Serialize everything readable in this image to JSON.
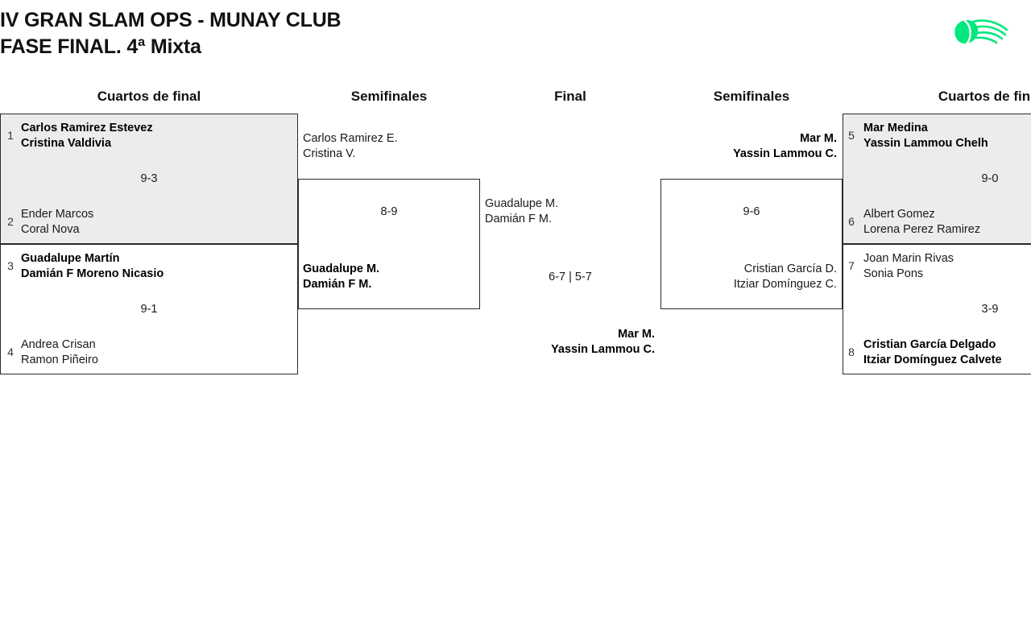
{
  "header": {
    "title": "IV GRAN SLAM OPS - MUNAY CLUB\nFASE FINAL. 4ª Mixta",
    "logo_name": "tennis-ball-motion-logo",
    "logo_color": "#00E87E"
  },
  "rounds": {
    "left_quarters": "Cuartos de final",
    "left_semis": "Semifinales",
    "final": "Final",
    "right_semis": "Semifinales",
    "right_quarters": "Cuartos de fin"
  },
  "bracket": {
    "left_quarterfinals": [
      {
        "shaded": true,
        "score": "9-3",
        "top": {
          "seed": "1",
          "names": "Carlos Ramirez Estevez\nCristina Valdivia",
          "winner": true
        },
        "bottom": {
          "seed": "2",
          "names": "Ender Marcos\nCoral Nova",
          "winner": false
        }
      },
      {
        "shaded": false,
        "score": "9-1",
        "top": {
          "seed": "3",
          "names": "Guadalupe Martín\nDamián F Moreno Nicasio",
          "winner": true
        },
        "bottom": {
          "seed": "4",
          "names": "Andrea Crisan\nRamon Piñeiro",
          "winner": false
        }
      }
    ],
    "left_semifinal": {
      "score": "8-9",
      "top": {
        "names": "Carlos Ramirez E.\nCristina V.",
        "winner": false
      },
      "bottom": {
        "names": "Guadalupe M.\nDamián F M.",
        "winner": true
      }
    },
    "final": {
      "score": "6-7 | 5-7",
      "left": {
        "names": "Guadalupe M.\nDamián F M.",
        "winner": false
      },
      "right": {
        "names": "Mar M.\nYassin Lammou C.",
        "winner": true
      }
    },
    "right_semifinal": {
      "score": "9-6",
      "top": {
        "names": "Mar M.\nYassin Lammou C.",
        "winner": true
      },
      "bottom": {
        "names": "Cristian García D.\nItziar Domínguez C.",
        "winner": false
      }
    },
    "right_quarterfinals": [
      {
        "shaded": true,
        "score": "9-0",
        "top": {
          "seed": "5",
          "names": "Mar Medina\nYassin Lammou Chelh",
          "winner": true
        },
        "bottom": {
          "seed": "6",
          "names": "Albert Gomez\nLorena Perez Ramirez",
          "winner": false
        }
      },
      {
        "shaded": false,
        "score": "3-9",
        "top": {
          "seed": "7",
          "names": "Joan Marin Rivas\nSonia Pons",
          "winner": false
        },
        "bottom": {
          "seed": "8",
          "names": "Cristian García Delgado\nItziar Domínguez Calvete",
          "winner": true
        }
      }
    ]
  }
}
